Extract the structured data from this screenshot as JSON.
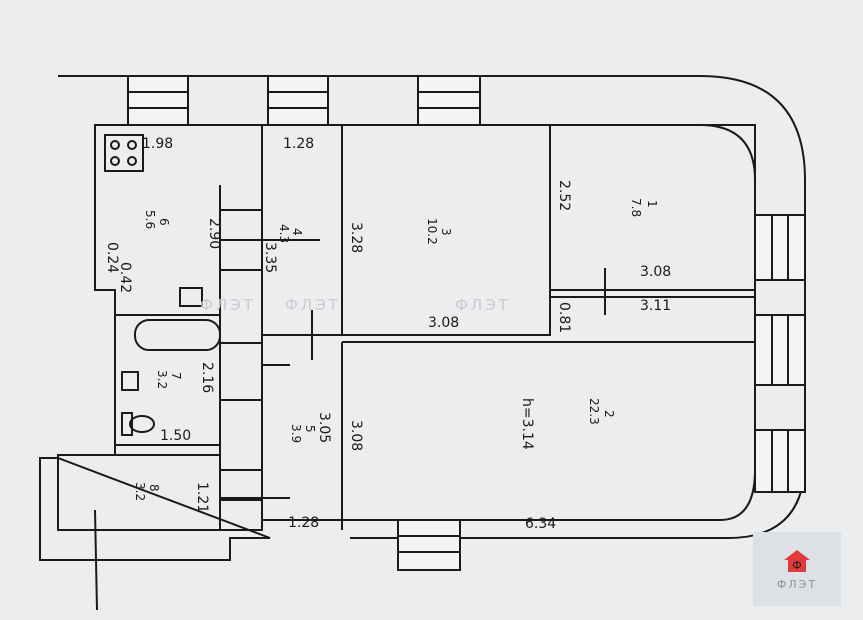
{
  "plan": {
    "rooms": [
      {
        "id": "room-6",
        "number": "6",
        "area": "5.6"
      },
      {
        "id": "room-4",
        "number": "4",
        "area": "4.3"
      },
      {
        "id": "room-3",
        "number": "3",
        "area": "10.2"
      },
      {
        "id": "room-1",
        "number": "1",
        "area": "7.8"
      },
      {
        "id": "room-7",
        "number": "7",
        "area": "3.2"
      },
      {
        "id": "room-5",
        "number": "5",
        "area": "3.9"
      },
      {
        "id": "room-2",
        "number": "2",
        "area": "22.3"
      },
      {
        "id": "room-8",
        "number": "8",
        "area": "3.2"
      }
    ],
    "height_label": "h=3.14",
    "dimensions": {
      "d_1_98": "1.98",
      "d_1_28_top": "1.28",
      "d_2_90": "2.90",
      "d_3_35": "3.35",
      "d_3_28": "3.28",
      "d_2_52": "2.52",
      "d_0_24": "0.24",
      "d_0_42": "0.42",
      "d_3_08_mid": "3.08",
      "d_3_08_right": "3.08",
      "d_3_11": "3.11",
      "d_0_81": "0.81",
      "d_2_16": "2.16",
      "d_1_50": "1.50",
      "d_3_05": "3.05",
      "d_3_08_low": "3.08",
      "d_1_21": "1.21",
      "d_1_28_bottom": "1.28",
      "d_6_34": "6.34"
    }
  },
  "watermark": {
    "text": "ФЛЭТ"
  },
  "logo": {
    "text": "ФЛЭТ",
    "accent": "#e23b3b"
  },
  "colors": {
    "line": "#1a1a1a",
    "paper": "#ecedef"
  }
}
